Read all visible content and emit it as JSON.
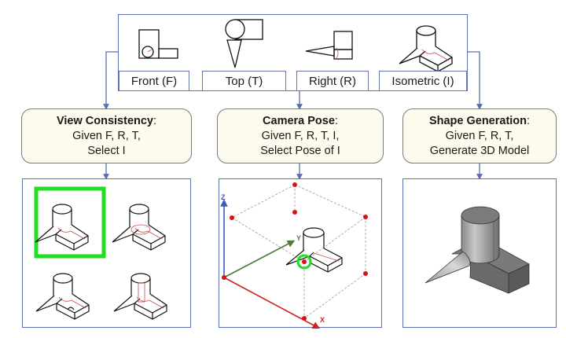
{
  "top_views": {
    "labels": [
      {
        "id": "front",
        "text": "Front (F)"
      },
      {
        "id": "top",
        "text": "Top (T)"
      },
      {
        "id": "right",
        "text": "Right (R)"
      },
      {
        "id": "isometric",
        "text": "Isometric (I)"
      }
    ]
  },
  "tasks": [
    {
      "id": "view-consistency",
      "title": "View Consistency",
      "colon": ":",
      "lines": [
        "Given F, R, T,",
        "Select I"
      ]
    },
    {
      "id": "camera-pose",
      "title": "Camera Pose",
      "colon": ":",
      "lines": [
        "Given F, R, T, I,",
        "Select Pose of I"
      ]
    },
    {
      "id": "shape-generation",
      "title": "Shape Generation",
      "colon": ":",
      "lines": [
        "Given F, R, T,",
        "Generate 3D Model"
      ]
    }
  ],
  "camera_pose_panel": {
    "axes": {
      "x": "X",
      "y": "Y",
      "z": "Z"
    },
    "selected_marker_color": "#22dd22"
  },
  "view_consistency_panel": {
    "candidates": 4,
    "selected_index": 0,
    "highlight_color": "#22dd22"
  },
  "colors": {
    "connector": "#5a6fb0",
    "hidden_line": "#c0504d",
    "caption_fill": "#fdfaee"
  }
}
